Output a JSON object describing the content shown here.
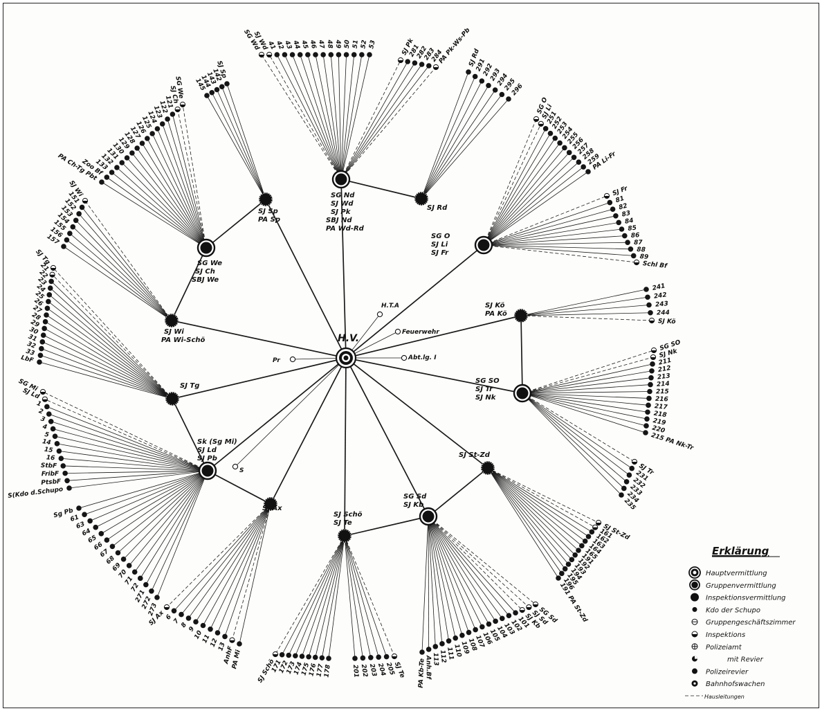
{
  "hub": {
    "name": "H.V."
  },
  "legend": {
    "title": "Erklärung",
    "items": [
      {
        "icon": "hauptvermittlung-icon",
        "label": "Hauptvermittlung"
      },
      {
        "icon": "gruppenvermittlung-icon",
        "label": "Gruppenvermittlung"
      },
      {
        "icon": "inspektionsvermittlung-icon",
        "label": "Inspektionsvermittlung"
      },
      {
        "icon": "kdo-schupo-icon",
        "label": "Kdo der Schupo"
      },
      {
        "icon": "gruppengeschaeftszimmer-icon",
        "label": "Gruppengeschäftszimmer"
      },
      {
        "icon": "inspektions-icon",
        "label": "Inspektions"
      },
      {
        "icon": "polizeiamt-icon",
        "label": "Polizeiamt"
      },
      {
        "icon": "inspektion-mit-revier-icon",
        "label": "mit Revier"
      },
      {
        "icon": "polizeirevier-icon",
        "label": "Polizeirevier"
      },
      {
        "icon": "bahnhofswachen-icon",
        "label": "Bahnhofswachen"
      },
      {
        "icon": "hausleitungen-icon",
        "label": "Hausleitungen"
      }
    ]
  },
  "hub_labels": {
    "hta": "H.T.A",
    "feuerwehr": "Feuerwehr",
    "abtlg": "Abt.lg. I",
    "pr": "Pr",
    "s": "S"
  },
  "stations": [
    {
      "id": "nd",
      "lines": [
        "SG Nd",
        "SJ Wd",
        "SJ Pk",
        "SBJ Nd",
        "PA Wd-Rd"
      ]
    },
    {
      "id": "sp",
      "lines": [
        "SJ Sp",
        "PA Sp"
      ]
    },
    {
      "id": "rd",
      "lines": [
        "SJ Rd"
      ]
    },
    {
      "id": "we",
      "lines": [
        "SG We",
        "SJ Ch",
        "SBJ We"
      ]
    },
    {
      "id": "o",
      "lines": [
        "SG O",
        "SJ Li",
        "SJ Fr"
      ]
    },
    {
      "id": "wi",
      "lines": [
        "SJ Wi",
        "PA Wi-Schö"
      ]
    },
    {
      "id": "ko",
      "lines": [
        "SJ Kö",
        "PA Kö"
      ]
    },
    {
      "id": "tg",
      "lines": [
        "SJ Tg"
      ]
    },
    {
      "id": "so",
      "lines": [
        "SG SO",
        "SJ Tr",
        "SJ Nk"
      ]
    },
    {
      "id": "mi",
      "lines": [
        "Sk (Sg Mi)",
        "SJ Ld",
        "SJ Pb"
      ]
    },
    {
      "id": "stzd",
      "lines": [
        "SJ St-Zd"
      ]
    },
    {
      "id": "ax",
      "lines": [
        "SJ Ax"
      ]
    },
    {
      "id": "sch",
      "lines": [
        "SJ Schö",
        "SJ Te"
      ]
    },
    {
      "id": "sd",
      "lines": [
        "SG Sd",
        "SJ Kb"
      ]
    }
  ],
  "fans": [
    {
      "id": "nd-fan",
      "labels": [
        "SG Wd",
        "SJ Wd",
        "41",
        "42",
        "43",
        "44",
        "45",
        "46",
        "47",
        "48",
        "49",
        "50",
        "51",
        "52",
        "53"
      ]
    },
    {
      "id": "pk-fan",
      "labels": [
        "SJ Pk",
        "281",
        "282",
        "283",
        "284",
        "PA Pk-Ws-Pb"
      ]
    },
    {
      "id": "rd-fan",
      "labels": [
        "SJ Rd",
        "291",
        "292",
        "293",
        "294",
        "295",
        "296"
      ]
    },
    {
      "id": "sp-fan",
      "labels": [
        "SJ Sp",
        "142",
        "143",
        "144",
        "145"
      ]
    },
    {
      "id": "ch-fan",
      "labels": [
        "SG We",
        "SJ Ch",
        "121",
        "122",
        "123",
        "124",
        "125",
        "126",
        "127",
        "128",
        "129",
        "130",
        "131",
        "132",
        "133",
        "Zoo Bf",
        "PA Ch-Tg Pbt"
      ]
    },
    {
      "id": "wi-fan",
      "labels": [
        "SJ Wi",
        "151",
        "152",
        "153",
        "154",
        "155",
        "156",
        "157"
      ]
    },
    {
      "id": "tg-fan",
      "labels": [
        "SJ Tg",
        "21",
        "22",
        "23",
        "24",
        "25",
        "26",
        "27",
        "28",
        "29",
        "30",
        "31",
        "32",
        "33",
        "LbF"
      ]
    },
    {
      "id": "li-fan",
      "labels": [
        "SG O",
        "SJ Li",
        "251",
        "252",
        "253",
        "254",
        "255",
        "256",
        "257",
        "258",
        "259",
        "PA Li-Fr"
      ]
    },
    {
      "id": "fr-fan",
      "labels": [
        "SJ Fr",
        "81",
        "82",
        "83",
        "84",
        "85",
        "86",
        "87",
        "88",
        "89",
        "Schl Bf"
      ]
    },
    {
      "id": "ko-fan",
      "labels": [
        "241",
        "242",
        "243",
        "244",
        "SJ Kö"
      ]
    },
    {
      "id": "nk-fan",
      "labels": [
        "SG SO",
        "SJ Nk",
        "211",
        "212",
        "213",
        "214",
        "215",
        "216",
        "217",
        "218",
        "219",
        "220",
        "215 PA Nk-Tr"
      ]
    },
    {
      "id": "tr-fan",
      "labels": [
        "SJ Tr",
        "231",
        "232",
        "233",
        "234",
        "235"
      ]
    },
    {
      "id": "ld-fan",
      "labels": [
        "SG Mi",
        "SJ Ld",
        "1",
        "2",
        "3",
        "4",
        "5",
        "14",
        "15",
        "16",
        "StbF",
        "FribF",
        "PtsbF",
        "S(Kdo d.Schupo"
      ]
    },
    {
      "id": "pb-fan",
      "labels": [
        "Sg Pb",
        "61",
        "63",
        "64",
        "65",
        "66",
        "67",
        "68",
        "69",
        "70",
        "71",
        "72",
        "271",
        "272",
        "273"
      ]
    },
    {
      "id": "stzd-fan",
      "labels": [
        "SJ St-Zd",
        "161",
        "162",
        "163",
        "164",
        "165",
        "191",
        "192",
        "193",
        "194",
        "195",
        "196",
        "191 PA St-Zd"
      ]
    },
    {
      "id": "ax-fan",
      "labels": [
        "SJ Ax",
        "6",
        "7",
        "8",
        "9",
        "10",
        "11",
        "12",
        "13",
        "AnhF",
        "PA Mi"
      ]
    },
    {
      "id": "scho-fan",
      "labels": [
        "SJ Schö",
        "171",
        "172",
        "173",
        "174",
        "175",
        "176",
        "177",
        "178"
      ]
    },
    {
      "id": "te-fan",
      "labels": [
        "201",
        "202",
        "203",
        "204",
        "205",
        "SJ Te"
      ]
    },
    {
      "id": "kb-fan",
      "labels": [
        "SG Sd",
        "SJ Sd",
        "SJ Kb",
        "101",
        "102",
        "103",
        "104",
        "105",
        "106",
        "107",
        "108",
        "109",
        "110",
        "111",
        "112",
        "113",
        "Anh.Bf",
        "PA Kb-Te"
      ]
    }
  ]
}
